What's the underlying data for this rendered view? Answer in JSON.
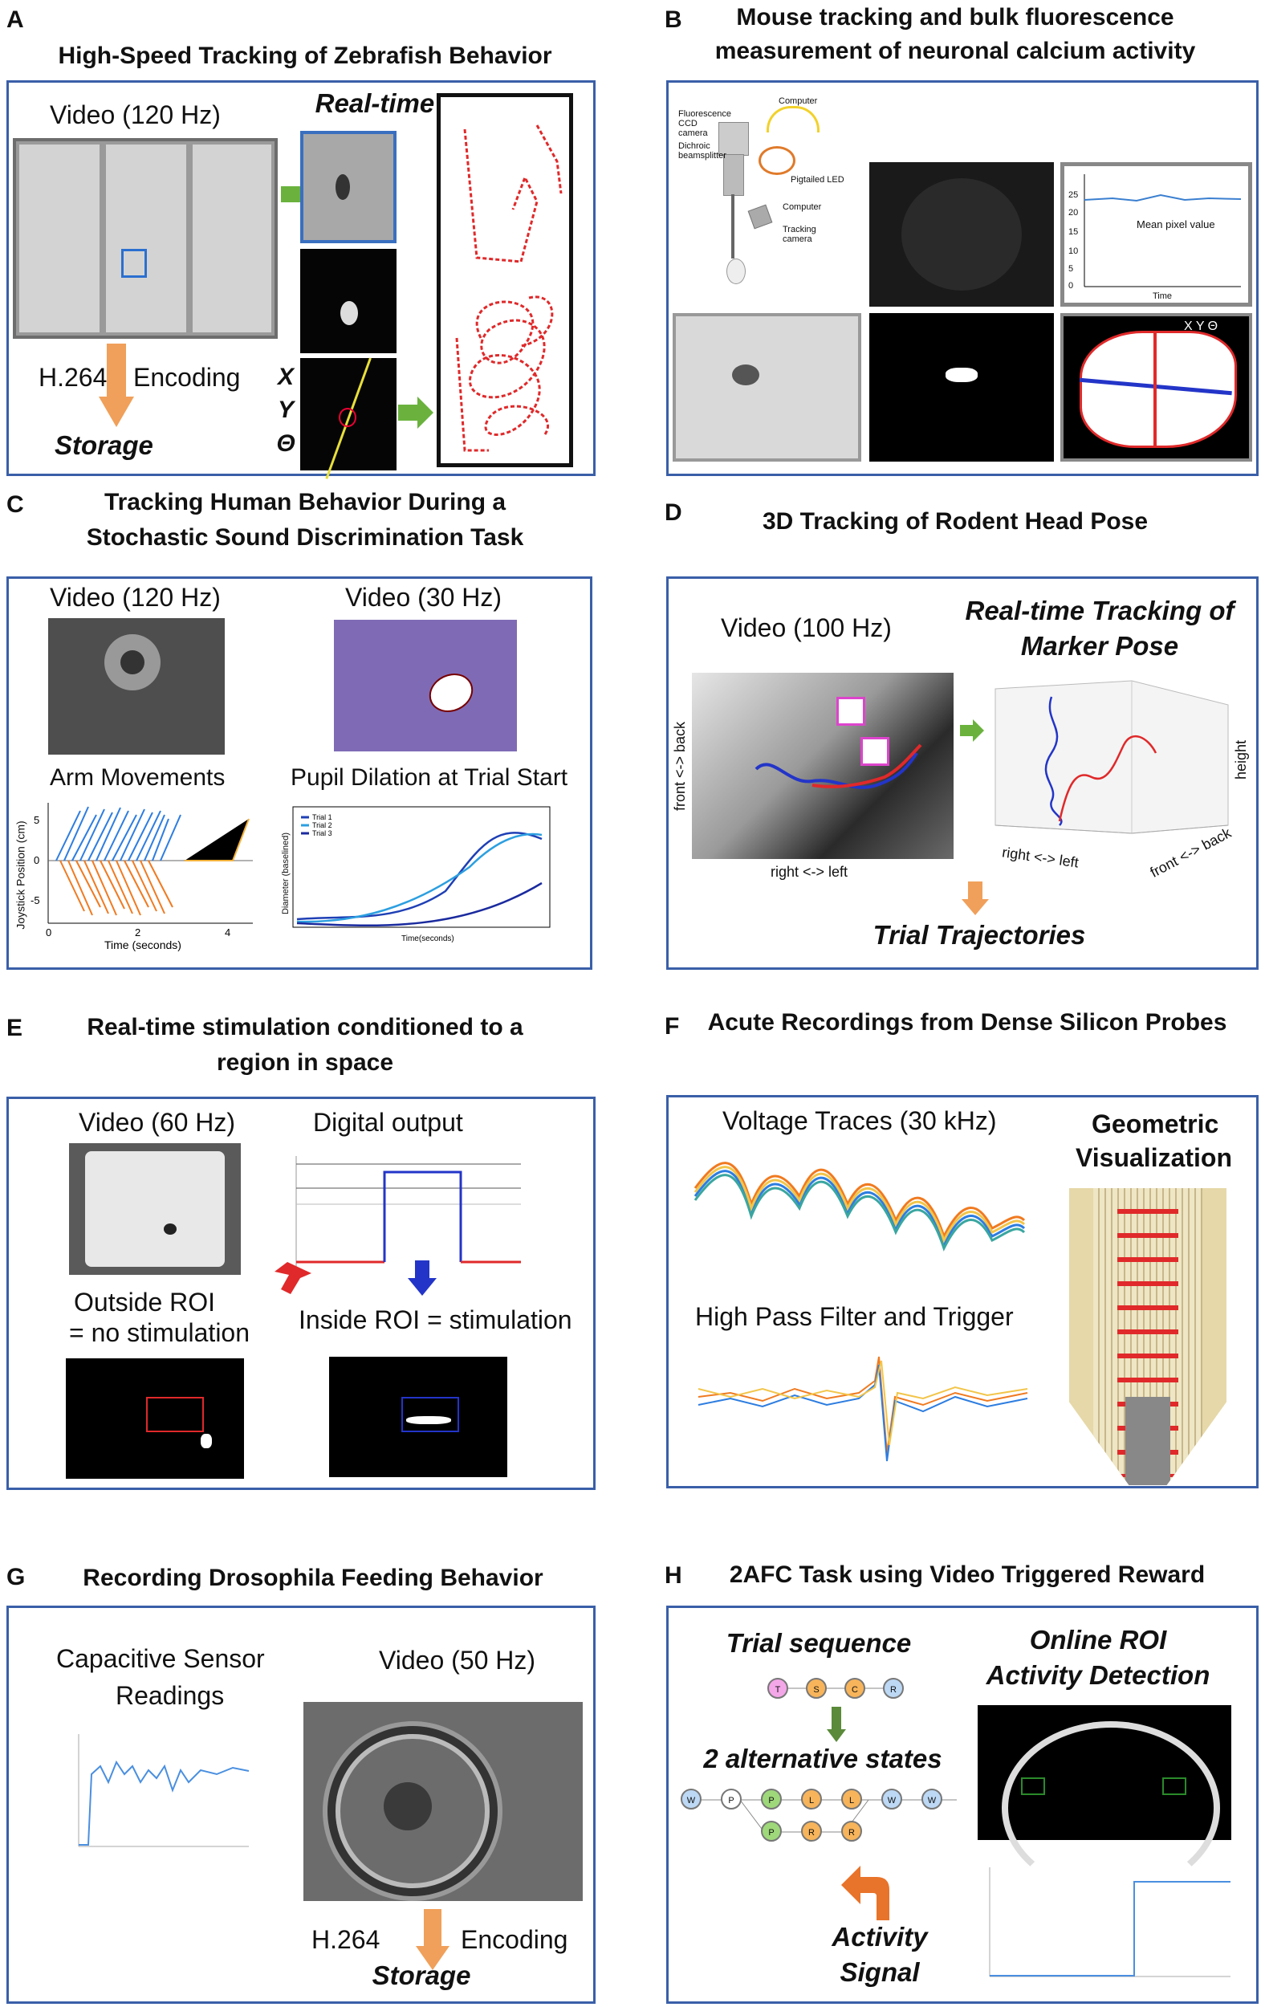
{
  "colors": {
    "box_border": "#3a5fa8",
    "arrow_green": "#6ab23d",
    "arrow_orange": "#f0a05a",
    "track_red": "#e0292a",
    "track_blue": "#2335c8"
  },
  "panels": {
    "A": {
      "letter": "A",
      "title": "High-Speed Tracking of Zebrafish Behavior",
      "video": "Video (120 Hz)",
      "realtime": "Real-time Tracking",
      "encoding": "Encoding",
      "codec": "H.264",
      "storage": "Storage",
      "x": "X",
      "y": "Y",
      "theta": "Θ"
    },
    "B": {
      "letter": "B",
      "title_line1": "Mouse tracking and bulk fluorescence",
      "title_line2": "measurement of neuronal calcium activity",
      "diagram_labels": {
        "computer1": "Computer",
        "camera": "Fluorescence CCD camera",
        "dichroic": "Dichroic beamsplitter",
        "led": "Pigtailed LED",
        "computer2": "Computer",
        "tracking": "Tracking camera"
      },
      "plot_label": "Mean pixel value",
      "plot_xlabel": "Time",
      "plot_ticks": [
        "0",
        "5",
        "10",
        "15",
        "20",
        "25"
      ],
      "xyt": "X  Y  Θ"
    },
    "C": {
      "letter": "C",
      "title_line1": "Tracking Human Behavior During a",
      "title_line2": "Stochastic Sound Discrimination Task",
      "video1": "Video (120 Hz)",
      "video2": "Video (30 Hz)",
      "arm": "Arm Movements",
      "pupil": "Pupil Dilation at Trial Start",
      "arm_ylabel": "Joystick Position (cm)",
      "arm_xlabel": "Time (seconds)",
      "arm_yticks": [
        "5",
        "0",
        "-5"
      ],
      "arm_xticks": [
        "0",
        "2",
        "4"
      ],
      "pupil_ylabel": "Diameter (baselined)",
      "pupil_xlabel": "Time(seconds)",
      "legend": [
        "Trial 1",
        "Trial 2",
        "Trial 3"
      ]
    },
    "D": {
      "letter": "D",
      "title": "3D Tracking of Rodent Head Pose",
      "video": "Video (100 Hz)",
      "realtime_line1": "Real-time Tracking of",
      "realtime_line2": "Marker Pose",
      "front_back": "front <-> back",
      "right_left": "right <-> left",
      "right_left_3d": "right <-> left",
      "front_back_3d": "front <-> back",
      "height": "height",
      "trajectories": "Trial Trajectories"
    },
    "E": {
      "letter": "E",
      "title_line1": "Real-time stimulation conditioned to a",
      "title_line2": "region in space",
      "video": "Video (60 Hz)",
      "digital": "Digital output",
      "outside_line1": "Outside ROI",
      "outside_line2": "= no stimulation",
      "inside": "Inside ROI = stimulation"
    },
    "F": {
      "letter": "F",
      "title": "Acute Recordings from Dense Silicon Probes",
      "voltage": "Voltage Traces (30 kHz)",
      "highpass": "High Pass Filter and Trigger",
      "geo_line1": "Geometric",
      "geo_line2": "Visualization"
    },
    "G": {
      "letter": "G",
      "title": "Recording Drosophila Feeding Behavior",
      "sensor_line1": "Capacitive Sensor",
      "sensor_line2": "Readings",
      "video": "Video (50 Hz)",
      "codec": "H.264",
      "encoding": "Encoding",
      "storage": "Storage"
    },
    "H": {
      "letter": "H",
      "title": "2AFC Task using Video Triggered Reward",
      "trial_seq": "Trial sequence",
      "online_line1": "Online ROI",
      "online_line2": "Activity Detection",
      "alt_states": "2 alternative states",
      "activity_line1": "Activity",
      "activity_line2": "Signal",
      "seq_nodes": [
        "T",
        "S",
        "C",
        "R"
      ],
      "alt_top": [
        "W",
        "P",
        "P",
        "L",
        "L",
        "W",
        "W"
      ],
      "alt_bottom": [
        "P",
        "R",
        "R"
      ]
    }
  }
}
